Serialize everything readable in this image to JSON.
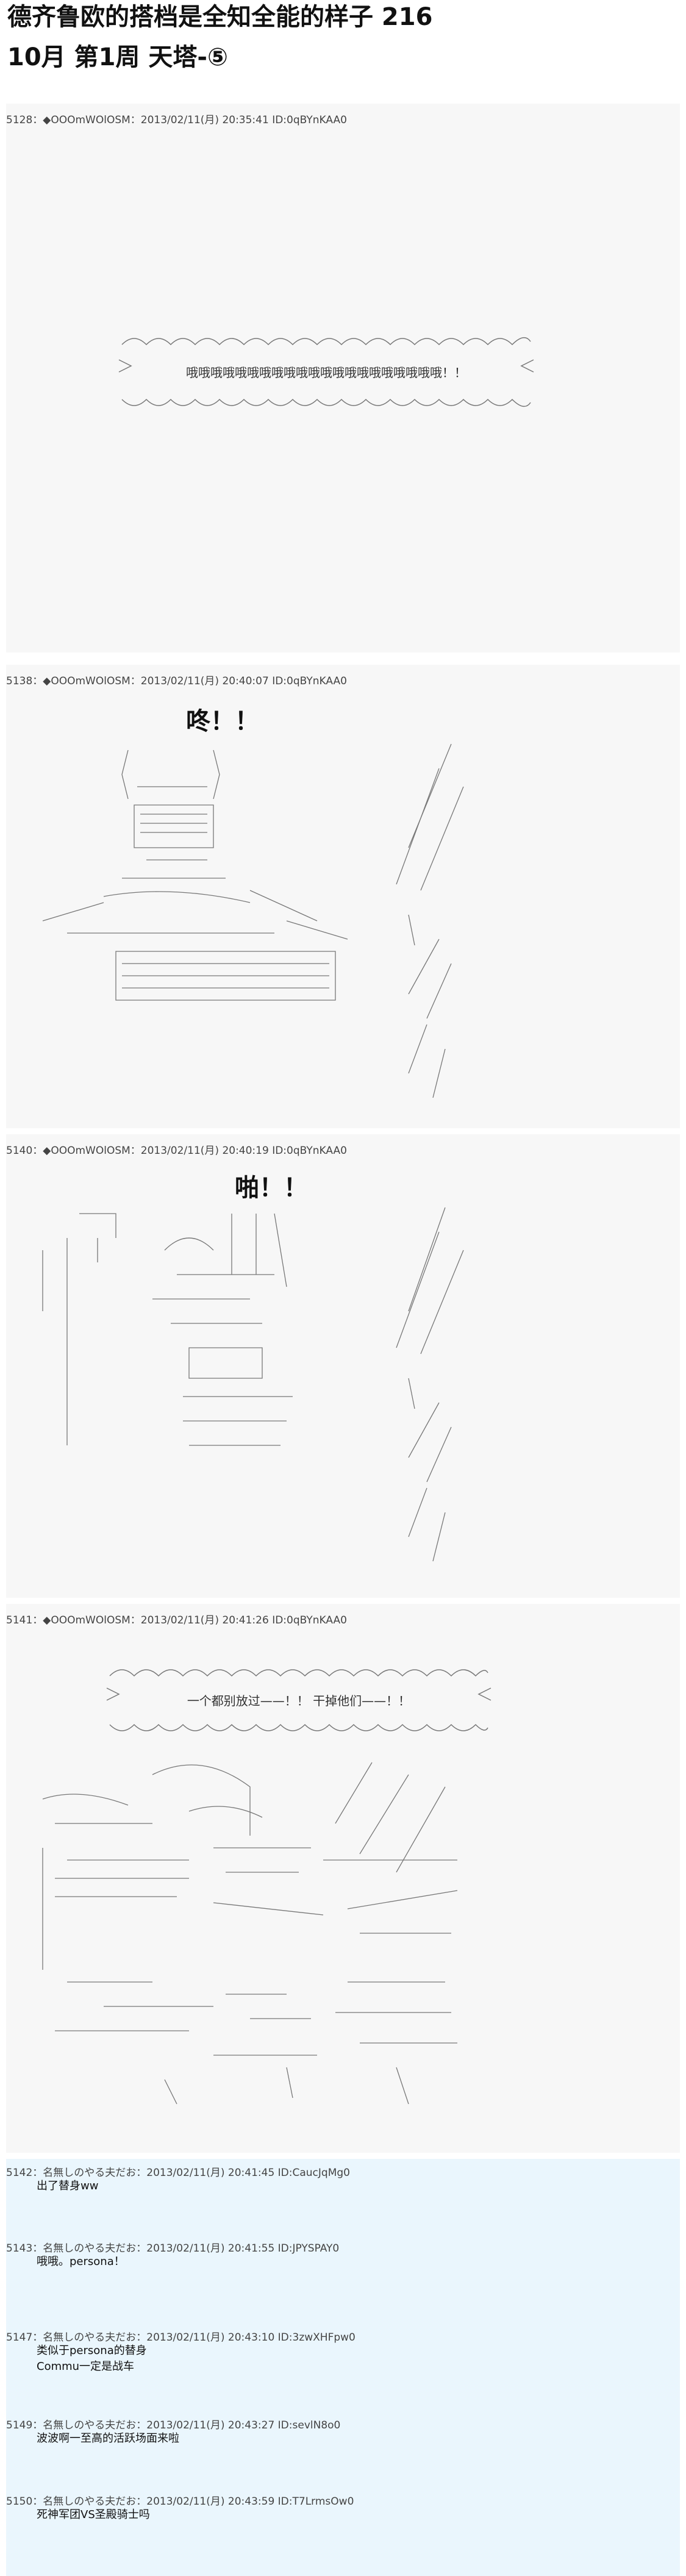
{
  "title": "德齐鲁欧的搭档是全知全能的样子 216",
  "subtitle": "10月  第1周  天塔-⑤",
  "posts": [
    {
      "header": "5128：◆OOOmWOlOSM：2013/02/11(月) 20:35:41 ID:0qBYnKAA0",
      "banner": "哦哦哦哦哦哦哦哦哦哦哦哦哦哦哦哦哦哦哦哦哦！！"
    },
    {
      "header": "5138：◆OOOmWOlOSM：2013/02/11(月) 20:40:07 ID:0qBYnKAA0",
      "sfx": "咚！！"
    },
    {
      "header": "5140：◆OOOmWOlOSM：2013/02/11(月) 20:40:19 ID:0qBYnKAA0",
      "sfx": "啪！！"
    },
    {
      "header": "5141：◆OOOmWOlOSM：2013/02/11(月) 20:41:26 ID:0qBYnKAA0",
      "banner": "一个都别放过——！！ 干掉他们——！！"
    }
  ],
  "replies": [
    {
      "header": "5142：名無しのやる夫だお：2013/02/11(月) 20:41:45 ID:CaucJqMg0",
      "lines": [
        "出了替身ww"
      ]
    },
    {
      "header": "5143：名無しのやる夫だお：2013/02/11(月) 20:41:55 ID:JPYSPAY0",
      "lines": [
        "哦哦。persona！"
      ]
    },
    {
      "header": "5147：名無しのやる夫だお：2013/02/11(月) 20:43:10 ID:3zwXHFpw0",
      "lines": [
        "类似于persona的替身",
        "Commu一定是战车"
      ]
    },
    {
      "header": "5149：名無しのやる夫だお：2013/02/11(月) 20:43:27 ID:sevlN8o0",
      "lines": [
        "波波啊一至高的活跃场面来啦"
      ]
    },
    {
      "header": "5150：名無しのやる夫だお：2013/02/11(月) 20:43:59 ID:T7LrmsOw0",
      "lines": [
        "死神军团VS圣殿骑士吗"
      ]
    }
  ]
}
